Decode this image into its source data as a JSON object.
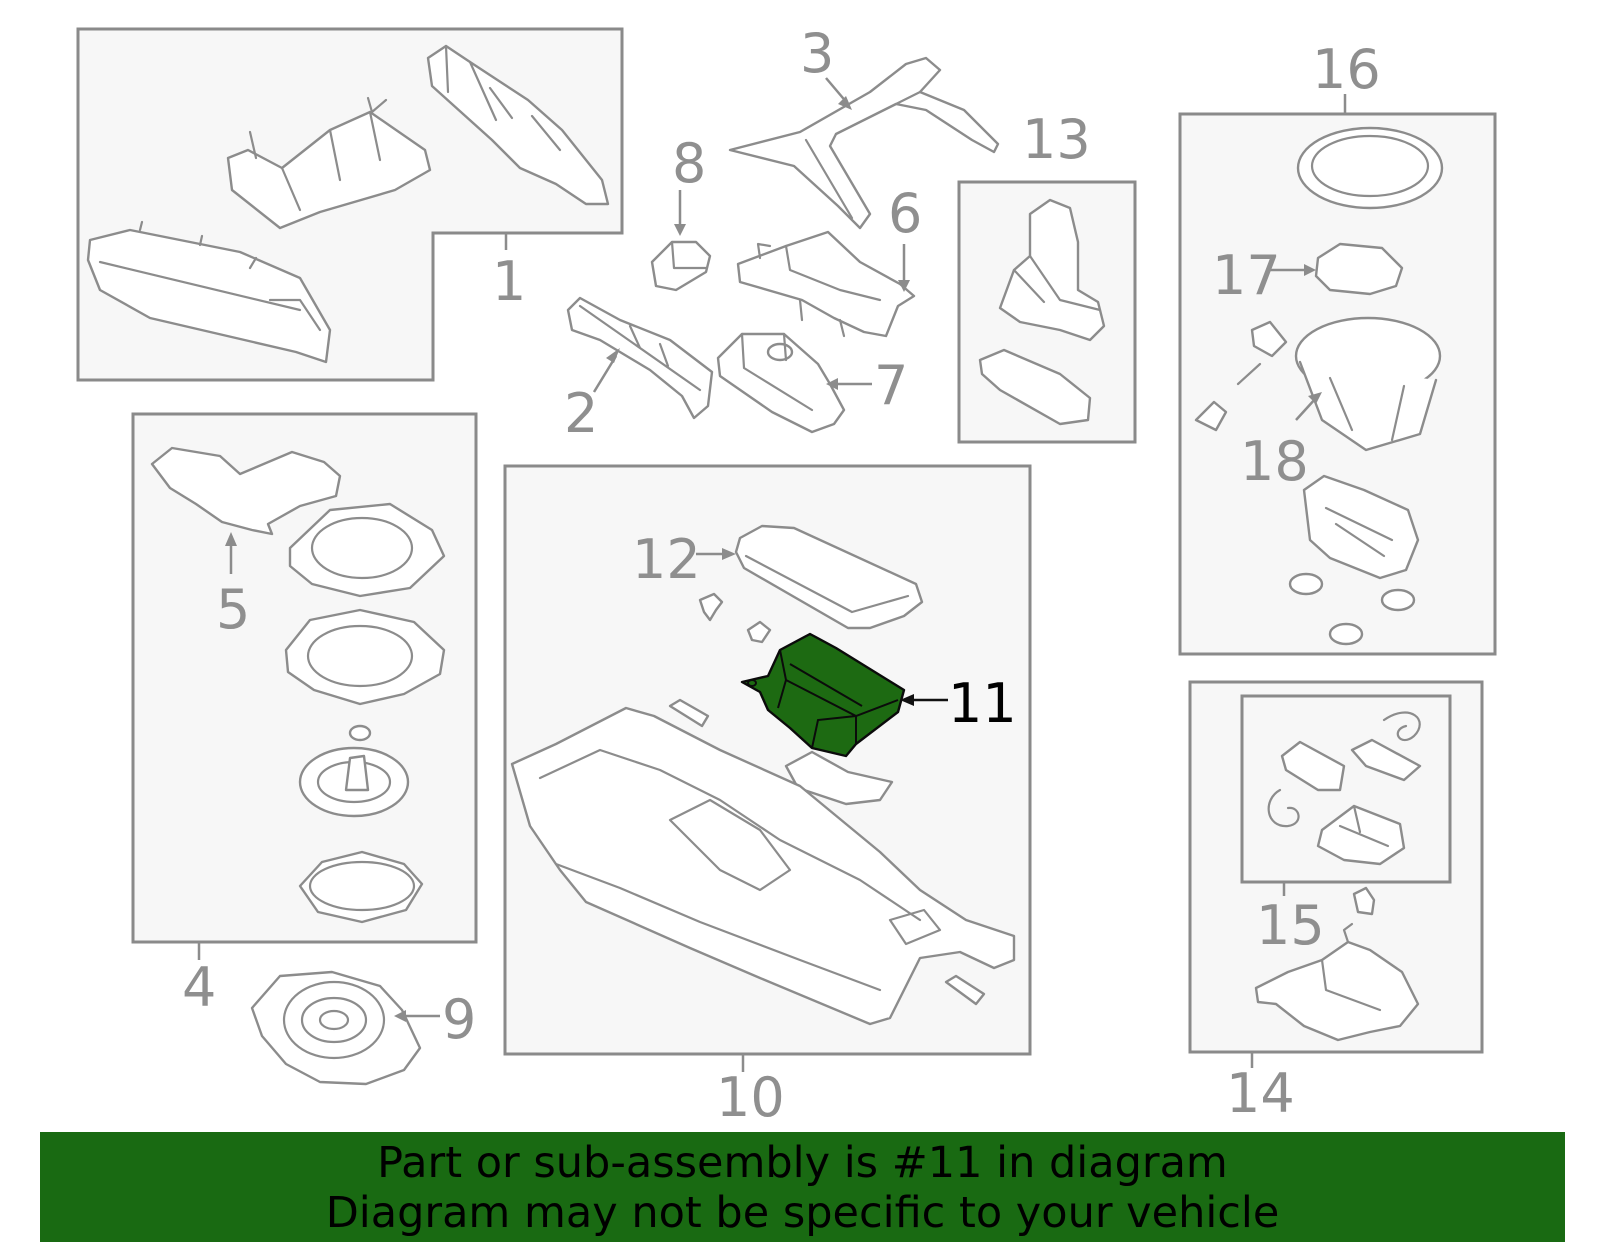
{
  "callouts": {
    "n1": "1",
    "n2": "2",
    "n3": "3",
    "n4": "4",
    "n5": "5",
    "n6": "6",
    "n7": "7",
    "n8": "8",
    "n9": "9",
    "n10": "10",
    "n11": "11",
    "n12": "12",
    "n13": "13",
    "n14": "14",
    "n15": "15",
    "n16": "16",
    "n17": "17",
    "n18": "18"
  },
  "highlighted_part": "11",
  "colors": {
    "highlight": "#1d6a12",
    "banner": "#196a12",
    "linework": "#8c8c8c",
    "panel": "#f7f7f7"
  },
  "banner": {
    "line1": "Part or sub-assembly is #11 in diagram",
    "line2": "Diagram may not be specific to your vehicle"
  }
}
